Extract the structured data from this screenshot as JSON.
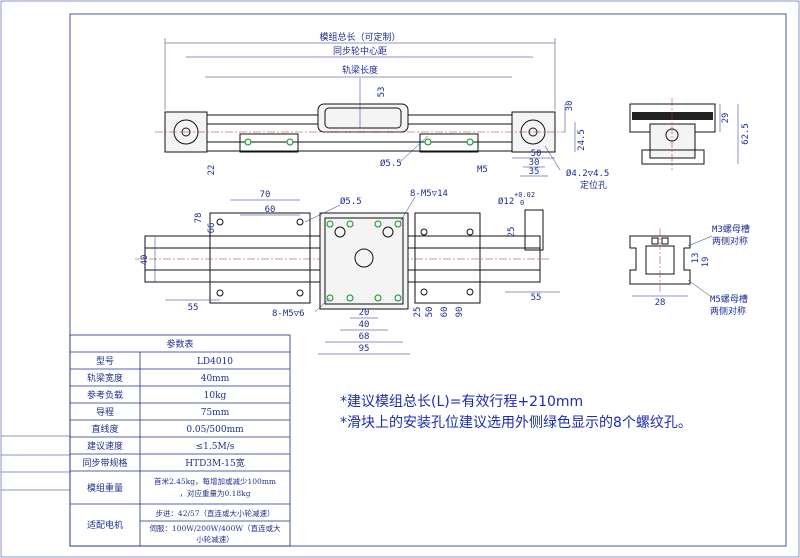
{
  "colors": {
    "ink": "#1d2f8f",
    "part": "#111111",
    "center": "#c02020",
    "green_holes": "#1a8a2a",
    "note": "#1b2db0"
  },
  "top_view": {
    "total_length_label": "模组总长（可定制）",
    "pulley_center_label": "同步轮中心距",
    "rail_length_label": "轨梁长度",
    "dim_53": "53",
    "dim_30": "30",
    "dim_24_5": "24.5",
    "dim_22": "22",
    "dim_50": "50",
    "dim_30b": "30",
    "dim_35": "35",
    "m5_label": "M5",
    "hole_55": "Ø5.5",
    "hole_42": "Ø4.2▽4.5",
    "locating_hole": "定位孔"
  },
  "side_view": {
    "dim_29": "29",
    "dim_62_5": "62.5"
  },
  "front_view": {
    "dim_70": "70",
    "dim_60": "60",
    "dim_78": "78",
    "dim_66": "66",
    "dim_40": "40",
    "dim_55_left": "55",
    "dim_55_right": "55",
    "hole_55": "Ø5.5",
    "m5_14": "8-M5▽14",
    "m5_6": "8-M5▽6",
    "dia12": "Ø12",
    "tol_plus": "+0.02",
    "tol_zero": "0",
    "dim_25": "25",
    "dim_20": "20",
    "dim_40b": "40",
    "dim_68": "68",
    "dim_95": "95",
    "dim_25b": "25",
    "dim_50": "50",
    "dim_60b": "60",
    "dim_90": "90"
  },
  "profile_view": {
    "m3_label": "M3螺母槽",
    "m3_sub": "两侧对称",
    "m5_label": "M5螺母槽",
    "m5_sub": "两侧对称",
    "dim_28": "28",
    "dim_13": "13",
    "dim_19": "19"
  },
  "notes": {
    "line1": "*建议模组总长(L)=有效行程+210mm",
    "line2": "*滑块上的安装孔位建议选用外侧绿色显示的8个螺纹孔。"
  },
  "spec_table": {
    "title": "参数表",
    "rows": [
      {
        "label": "型号",
        "value": "LD4010"
      },
      {
        "label": "轨梁宽度",
        "value": "40mm"
      },
      {
        "label": "参考负载",
        "value": "10kg"
      },
      {
        "label": "导程",
        "value": "75mm"
      },
      {
        "label": "直线度",
        "value": "0.05/500mm"
      },
      {
        "label": "建议速度",
        "value": "≤1.5M/s"
      },
      {
        "label": "同步带规格",
        "value": "HTD3M-15宽"
      },
      {
        "label": "模组重量",
        "value": "首米2.45kg，每增加或减少100mm",
        "value2": "，对应重量为0.18kg"
      },
      {
        "label": "适配电机",
        "value": "步进：42/57（直连或大小轮减速）",
        "value2": "伺服：100W/200W/400W（直连或大",
        "value3": "小轮减速）"
      }
    ]
  }
}
